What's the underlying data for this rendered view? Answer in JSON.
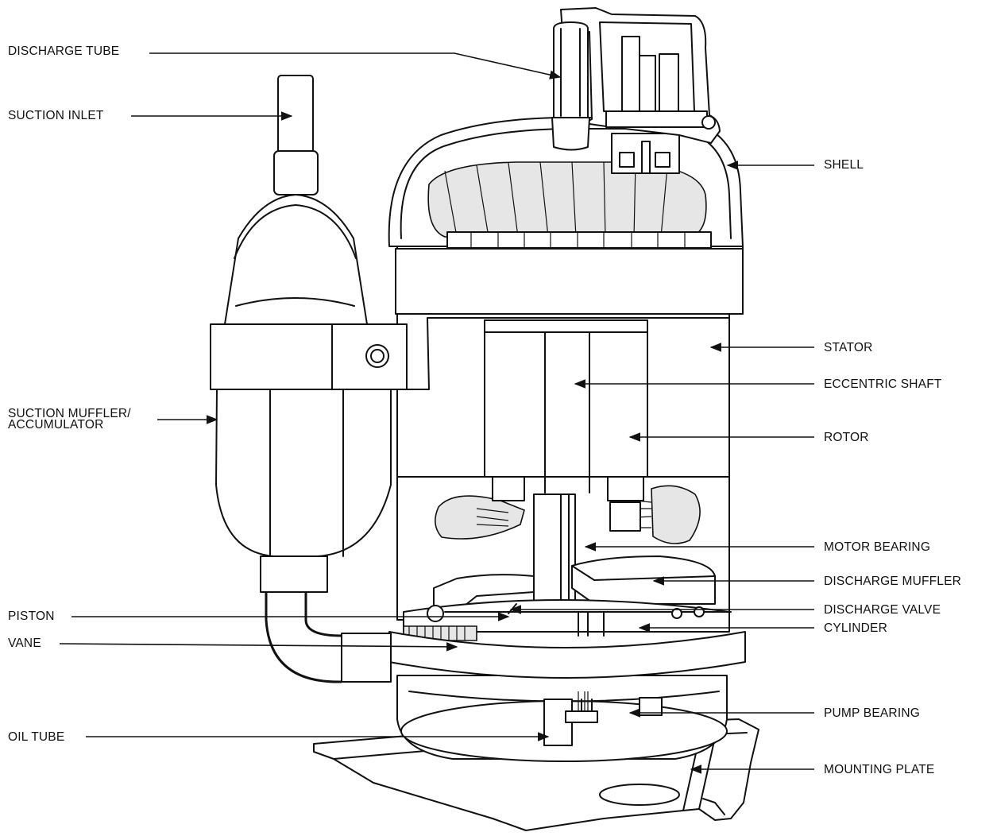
{
  "labels": {
    "discharge_tube": "DISCHARGE TUBE",
    "suction_inlet": "SUCTION INLET",
    "shell": "SHELL",
    "stator": "STATOR",
    "eccentric_shaft": "ECCENTRIC SHAFT",
    "suction_muffler": "SUCTION MUFFLER/\nACCUMULATOR",
    "rotor": "ROTOR",
    "motor_bearing": "MOTOR BEARING",
    "discharge_muffler": "DISCHARGE MUFFLER",
    "piston": "PISTON",
    "discharge_valve": "DISCHARGE VALVE",
    "vane": "VANE",
    "cylinder": "CYLINDER",
    "pump_bearing": "PUMP BEARING",
    "oil_tube": "OIL TUBE",
    "mounting_plate": "MOUNTING PLATE"
  },
  "colors": {
    "line": "#111111",
    "shade": "#e6e6e6",
    "background": "#ffffff"
  }
}
